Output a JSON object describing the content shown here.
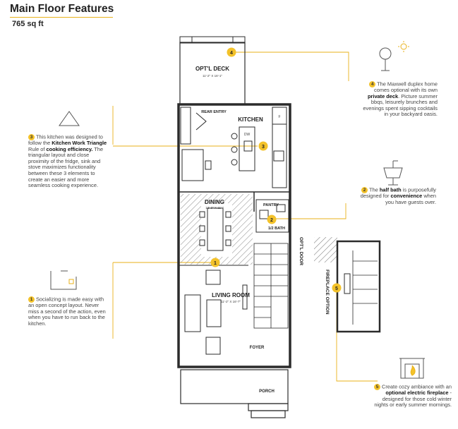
{
  "header": {
    "title": "Main Floor Features",
    "area": "765 sq ft"
  },
  "plan": {
    "deck": {
      "label": "OPT'L DECK",
      "dims": "11'-2\" X 16'-1\""
    },
    "rear_entry": "REAR ENTRY",
    "kitchen": "KITCHEN",
    "dw": "DW",
    "fridge": "F",
    "dining": {
      "label": "DINING",
      "dims": "12'-9\" X 11'-\""
    },
    "pantry": "PANTRY",
    "half_bath": "1/2 BATH",
    "living": {
      "label": "LIVING ROOM",
      "dims": "11'-2\" X 16'-7\""
    },
    "foyer": "FOYER",
    "porch": "PORCH",
    "opt_door": "OPT'L DOOR",
    "fireplace_option": "FIREPLACE OPTION"
  },
  "callouts": {
    "c1": {
      "num": "1",
      "text": "Socializing is made easy with an open concept layout. Never miss a second of the action, even when you have to run back to the kitchen."
    },
    "c2": {
      "num": "2",
      "pre": "The ",
      "bold1": "half bath",
      "mid": " is purposefully designed for ",
      "bold2": "convenience",
      "post": " when you have guests over."
    },
    "c3": {
      "num": "3",
      "pre": "This kitchen was designed to follow the ",
      "bold1": "Kitchen Work Triangle",
      "mid": " Rule of ",
      "bold2": "cooking efficiency.",
      "post": " The triangular layout and close proximity of the fridge, sink and stove maximizes functionality between these 3 elements to create an easier and more seamless cooking experience."
    },
    "c4": {
      "num": "4",
      "pre": "The Maxwell duplex home comes optional with its own ",
      "bold1": "private deck",
      "post": ". Picture summer bbqs, leisurely brunches and evenings spent sipping cocktails in your backyard oasis."
    },
    "c5": {
      "num": "5",
      "pre": "Create cozy ambiance with an ",
      "bold1": "optional electric fireplace",
      "post": " - designed for those cold winter nights or early summer mornings."
    }
  },
  "markers": [
    "1",
    "2",
    "3",
    "4",
    "5"
  ],
  "icons": {
    "tree": "tree-sun-icon",
    "triangle": "triangle-icon",
    "sink": "sink-icon",
    "layout": "open-layout-icon",
    "fireplace": "fireplace-icon"
  },
  "colors": {
    "accent": "#f3c22a",
    "line": "#e9b21a",
    "wall": "#2b2b2b"
  }
}
